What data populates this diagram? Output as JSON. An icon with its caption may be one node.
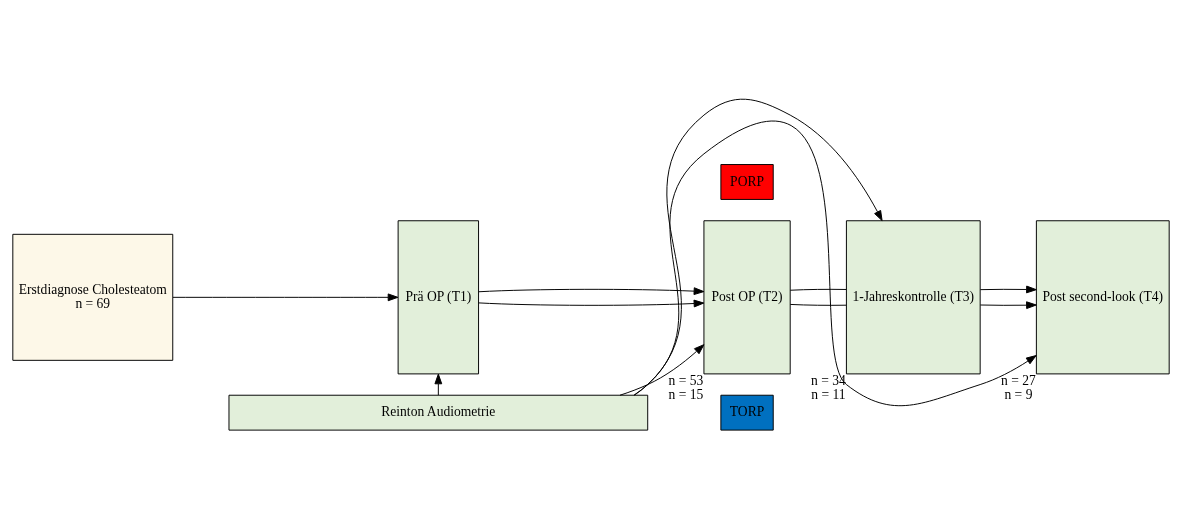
{
  "diagram": {
    "nodes": [
      {
        "text": [
          "Erstdiagnose Cholesteatom",
          "n = 69"
        ]
      },
      {
        "text": [
          "Prä OP (T1)"
        ]
      },
      {
        "text": [
          "PORP"
        ]
      },
      {
        "text": [
          "TORP"
        ]
      },
      {
        "text": [
          "Post OP (T2)"
        ],
        "beside": [
          "n = 53",
          "n = 15"
        ]
      },
      {
        "text": [
          "1-Jahreskontrolle (T3)"
        ],
        "beside": [
          "n = 34",
          "n = 11"
        ]
      },
      {
        "text": [
          "Post second-look (T4)"
        ],
        "beside": [
          "n = 27",
          "n = 9"
        ]
      },
      {
        "text": [
          "Reinton Audiometrie"
        ]
      }
    ],
    "edges": [
      {
        "from": 0,
        "to": 1,
        "arrow": "to"
      },
      {
        "from": 1,
        "to": 4,
        "arrow": "to"
      },
      {
        "from": 1,
        "to": 4,
        "arrow": "to"
      },
      {
        "from": 4,
        "to": 5,
        "arrow": "none"
      },
      {
        "from": 5,
        "to": 6,
        "arrow": "to"
      },
      {
        "from": 4,
        "to": 5,
        "arrow": "none"
      },
      {
        "from": 5,
        "to": 6,
        "arrow": "to"
      },
      {
        "from": 7,
        "to": 1,
        "arrow": "to"
      },
      {
        "from": 7,
        "to": 4,
        "arrow": "to"
      },
      {
        "from": 7,
        "to": 5,
        "arrow": "to"
      },
      {
        "from": 7,
        "to": 6,
        "arrow": "to"
      }
    ]
  }
}
